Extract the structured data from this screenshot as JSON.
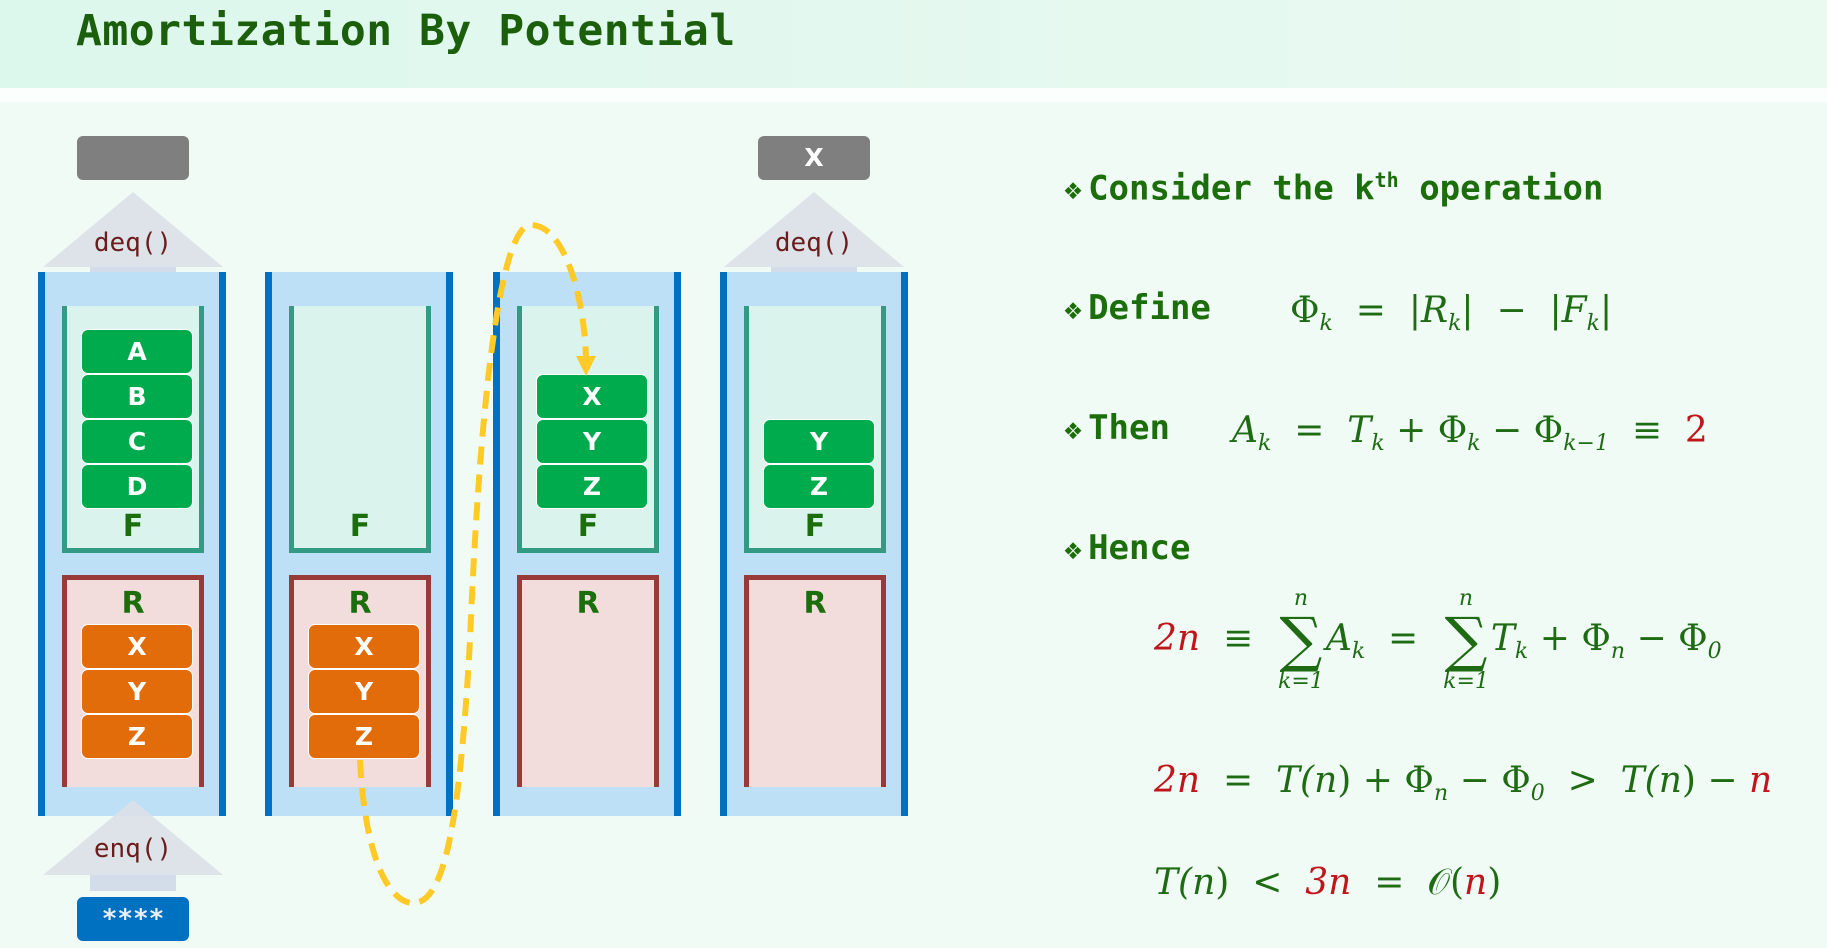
{
  "title": "Amortization By Potential",
  "colors": {
    "front_cell": "#00ab4e",
    "rear_cell": "#e36c0a",
    "accent_red": "#c0151a",
    "text_green": "#1b6e0b",
    "arc": "#ffc926"
  },
  "diagram": {
    "columns": [
      {
        "front_label": "F",
        "rear_label": "R",
        "front": [
          "A",
          "B",
          "C",
          "D"
        ],
        "rear": [
          "X",
          "Y",
          "Z"
        ],
        "top_op": "deq()",
        "top_output": "",
        "bottom_op": "enq()",
        "bottom_input": "****"
      },
      {
        "front_label": "F",
        "rear_label": "R",
        "front": [],
        "rear": [
          "X",
          "Y",
          "Z"
        ]
      },
      {
        "front_label": "F",
        "rear_label": "R",
        "front": [
          "X",
          "Y",
          "Z"
        ],
        "rear": []
      },
      {
        "front_label": "F",
        "rear_label": "R",
        "front": [
          "Y",
          "Z"
        ],
        "rear": [],
        "top_op": "deq()",
        "top_output": "X"
      }
    ],
    "arc_icon": "dashed-transfer-arrow"
  },
  "bullets": {
    "icon": "❖",
    "consider": {
      "text": "Consider the k",
      "sup": "th",
      "tail": " operation"
    },
    "define": {
      "label": "Define"
    },
    "then": {
      "label": "Then"
    },
    "hence": {
      "label": "Hence"
    }
  },
  "formulas": {
    "define": {
      "phi": "Φ",
      "k": "k",
      "eq": "=",
      "R": "R",
      "F": "F",
      "minus": "−",
      "bar": "|"
    },
    "then": {
      "A": "A",
      "k": "k",
      "eq": "=",
      "T": "T",
      "plus": "+",
      "phi": "Φ",
      "minus": "−",
      "km1": "k−1",
      "equiv": "≡",
      "two": "2"
    },
    "hence1": {
      "lhs": "2n",
      "equiv": "≡",
      "sum_top": "n",
      "sum_bot": "k=1",
      "sigma": "∑",
      "A": "A",
      "k": "k",
      "eq": "=",
      "T": "T",
      "plus": "+",
      "phi": "Φ",
      "n": "n",
      "minus": "−",
      "zero": "0"
    },
    "hence2": {
      "lhs": "2n",
      "eq": "=",
      "Tn": "T(",
      "n": "n",
      "close": ")",
      "plus": "+",
      "phi": "Φ",
      "minus": "−",
      "zero": "0",
      "gt": ">",
      "tail_n": "n"
    },
    "hence3": {
      "T": "T(",
      "n": "n",
      "close": ")",
      "lt": "<",
      "three_n": "3n",
      "eq": "=",
      "O": "𝒪("
    }
  }
}
